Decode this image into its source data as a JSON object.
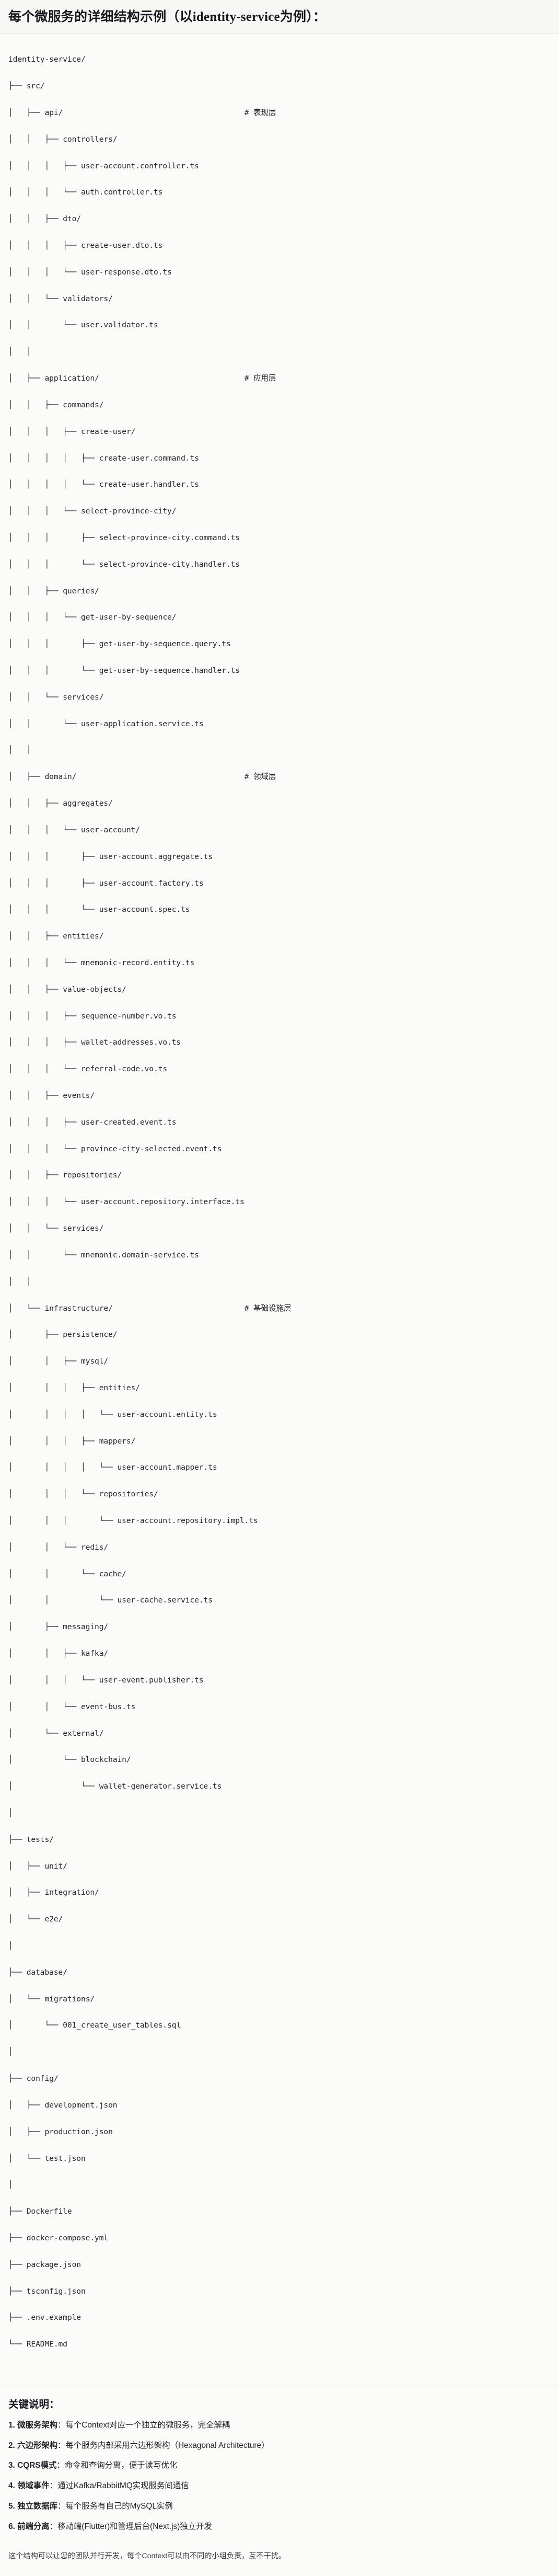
{
  "title": {
    "text": "每个微服务的详细结构示例（以identity-service为例）："
  },
  "tree": {
    "comment_column": 52,
    "lines": [
      {
        "text": "identity-service/",
        "comment": ""
      },
      {
        "text": "├── src/",
        "comment": ""
      },
      {
        "text": "│   ├── api/",
        "comment": "# 表现层"
      },
      {
        "text": "│   │   ├── controllers/",
        "comment": ""
      },
      {
        "text": "│   │   │   ├── user-account.controller.ts",
        "comment": ""
      },
      {
        "text": "│   │   │   └── auth.controller.ts",
        "comment": ""
      },
      {
        "text": "│   │   ├── dto/",
        "comment": ""
      },
      {
        "text": "│   │   │   ├── create-user.dto.ts",
        "comment": ""
      },
      {
        "text": "│   │   │   └── user-response.dto.ts",
        "comment": ""
      },
      {
        "text": "│   │   └── validators/",
        "comment": ""
      },
      {
        "text": "│   │       └── user.validator.ts",
        "comment": ""
      },
      {
        "text": "│   │",
        "comment": ""
      },
      {
        "text": "│   ├── application/",
        "comment": "# 应用层"
      },
      {
        "text": "│   │   ├── commands/",
        "comment": ""
      },
      {
        "text": "│   │   │   ├── create-user/",
        "comment": ""
      },
      {
        "text": "│   │   │   │   ├── create-user.command.ts",
        "comment": ""
      },
      {
        "text": "│   │   │   │   └── create-user.handler.ts",
        "comment": ""
      },
      {
        "text": "│   │   │   └── select-province-city/",
        "comment": ""
      },
      {
        "text": "│   │   │       ├── select-province-city.command.ts",
        "comment": ""
      },
      {
        "text": "│   │   │       └── select-province-city.handler.ts",
        "comment": ""
      },
      {
        "text": "│   │   ├── queries/",
        "comment": ""
      },
      {
        "text": "│   │   │   └── get-user-by-sequence/",
        "comment": ""
      },
      {
        "text": "│   │   │       ├── get-user-by-sequence.query.ts",
        "comment": ""
      },
      {
        "text": "│   │   │       └── get-user-by-sequence.handler.ts",
        "comment": ""
      },
      {
        "text": "│   │   └── services/",
        "comment": ""
      },
      {
        "text": "│   │       └── user-application.service.ts",
        "comment": ""
      },
      {
        "text": "│   │",
        "comment": ""
      },
      {
        "text": "│   ├── domain/",
        "comment": "# 领域层"
      },
      {
        "text": "│   │   ├── aggregates/",
        "comment": ""
      },
      {
        "text": "│   │   │   └── user-account/",
        "comment": ""
      },
      {
        "text": "│   │   │       ├── user-account.aggregate.ts",
        "comment": ""
      },
      {
        "text": "│   │   │       ├── user-account.factory.ts",
        "comment": ""
      },
      {
        "text": "│   │   │       └── user-account.spec.ts",
        "comment": ""
      },
      {
        "text": "│   │   ├── entities/",
        "comment": ""
      },
      {
        "text": "│   │   │   └── mnemonic-record.entity.ts",
        "comment": ""
      },
      {
        "text": "│   │   ├── value-objects/",
        "comment": ""
      },
      {
        "text": "│   │   │   ├── sequence-number.vo.ts",
        "comment": ""
      },
      {
        "text": "│   │   │   ├── wallet-addresses.vo.ts",
        "comment": ""
      },
      {
        "text": "│   │   │   └── referral-code.vo.ts",
        "comment": ""
      },
      {
        "text": "│   │   ├── events/",
        "comment": ""
      },
      {
        "text": "│   │   │   ├── user-created.event.ts",
        "comment": ""
      },
      {
        "text": "│   │   │   └── province-city-selected.event.ts",
        "comment": ""
      },
      {
        "text": "│   │   ├── repositories/",
        "comment": ""
      },
      {
        "text": "│   │   │   └── user-account.repository.interface.ts",
        "comment": ""
      },
      {
        "text": "│   │   └── services/",
        "comment": ""
      },
      {
        "text": "│   │       └── mnemonic.domain-service.ts",
        "comment": ""
      },
      {
        "text": "│   │",
        "comment": ""
      },
      {
        "text": "│   └── infrastructure/",
        "comment": "# 基础设施层"
      },
      {
        "text": "│       ├── persistence/",
        "comment": ""
      },
      {
        "text": "│       │   ├── mysql/",
        "comment": ""
      },
      {
        "text": "│       │   │   ├── entities/",
        "comment": ""
      },
      {
        "text": "│       │   │   │   └── user-account.entity.ts",
        "comment": ""
      },
      {
        "text": "│       │   │   ├── mappers/",
        "comment": ""
      },
      {
        "text": "│       │   │   │   └── user-account.mapper.ts",
        "comment": ""
      },
      {
        "text": "│       │   │   └── repositories/",
        "comment": ""
      },
      {
        "text": "│       │   │       └── user-account.repository.impl.ts",
        "comment": ""
      },
      {
        "text": "│       │   └── redis/",
        "comment": ""
      },
      {
        "text": "│       │       └── cache/",
        "comment": ""
      },
      {
        "text": "│       │           └── user-cache.service.ts",
        "comment": ""
      },
      {
        "text": "│       ├── messaging/",
        "comment": ""
      },
      {
        "text": "│       │   ├── kafka/",
        "comment": ""
      },
      {
        "text": "│       │   │   └── user-event.publisher.ts",
        "comment": ""
      },
      {
        "text": "│       │   └── event-bus.ts",
        "comment": ""
      },
      {
        "text": "│       └── external/",
        "comment": ""
      },
      {
        "text": "│           └── blockchain/",
        "comment": ""
      },
      {
        "text": "│               └── wallet-generator.service.ts",
        "comment": ""
      },
      {
        "text": "│",
        "comment": ""
      },
      {
        "text": "├── tests/",
        "comment": ""
      },
      {
        "text": "│   ├── unit/",
        "comment": ""
      },
      {
        "text": "│   ├── integration/",
        "comment": ""
      },
      {
        "text": "│   └── e2e/",
        "comment": ""
      },
      {
        "text": "│",
        "comment": ""
      },
      {
        "text": "├── database/",
        "comment": ""
      },
      {
        "text": "│   └── migrations/",
        "comment": ""
      },
      {
        "text": "│       └── 001_create_user_tables.sql",
        "comment": ""
      },
      {
        "text": "│",
        "comment": ""
      },
      {
        "text": "├── config/",
        "comment": ""
      },
      {
        "text": "│   ├── development.json",
        "comment": ""
      },
      {
        "text": "│   ├── production.json",
        "comment": ""
      },
      {
        "text": "│   └── test.json",
        "comment": ""
      },
      {
        "text": "│",
        "comment": ""
      },
      {
        "text": "├── Dockerfile",
        "comment": ""
      },
      {
        "text": "├── docker-compose.yml",
        "comment": ""
      },
      {
        "text": "├── package.json",
        "comment": ""
      },
      {
        "text": "├── tsconfig.json",
        "comment": ""
      },
      {
        "text": "├── .env.example",
        "comment": ""
      },
      {
        "text": "└── README.md",
        "comment": ""
      }
    ]
  },
  "notes": {
    "heading": "关键说明：",
    "items": [
      {
        "num": "1.",
        "term": "微服务架构",
        "body": "：每个Context对应一个独立的微服务，完全解耦"
      },
      {
        "num": "2.",
        "term": "六边形架构",
        "body": "：每个服务内部采用六边形架构（Hexagonal Architecture）"
      },
      {
        "num": "3.",
        "term": "CQRS模式",
        "body": "：命令和查询分离，便于读写优化"
      },
      {
        "num": "4.",
        "term": "领域事件",
        "body": "：通过Kafka/RabbitMQ实现服务间通信"
      },
      {
        "num": "5.",
        "term": "独立数据库",
        "body": "：每个服务有自己的MySQL实例"
      },
      {
        "num": "6.",
        "term": "前端分离",
        "body": "：移动端(Flutter)和管理后台(Next.js)独立开发"
      }
    ],
    "footer": "这个结构可以让您的团队并行开发，每个Context可以由不同的小组负责，互不干扰。"
  }
}
